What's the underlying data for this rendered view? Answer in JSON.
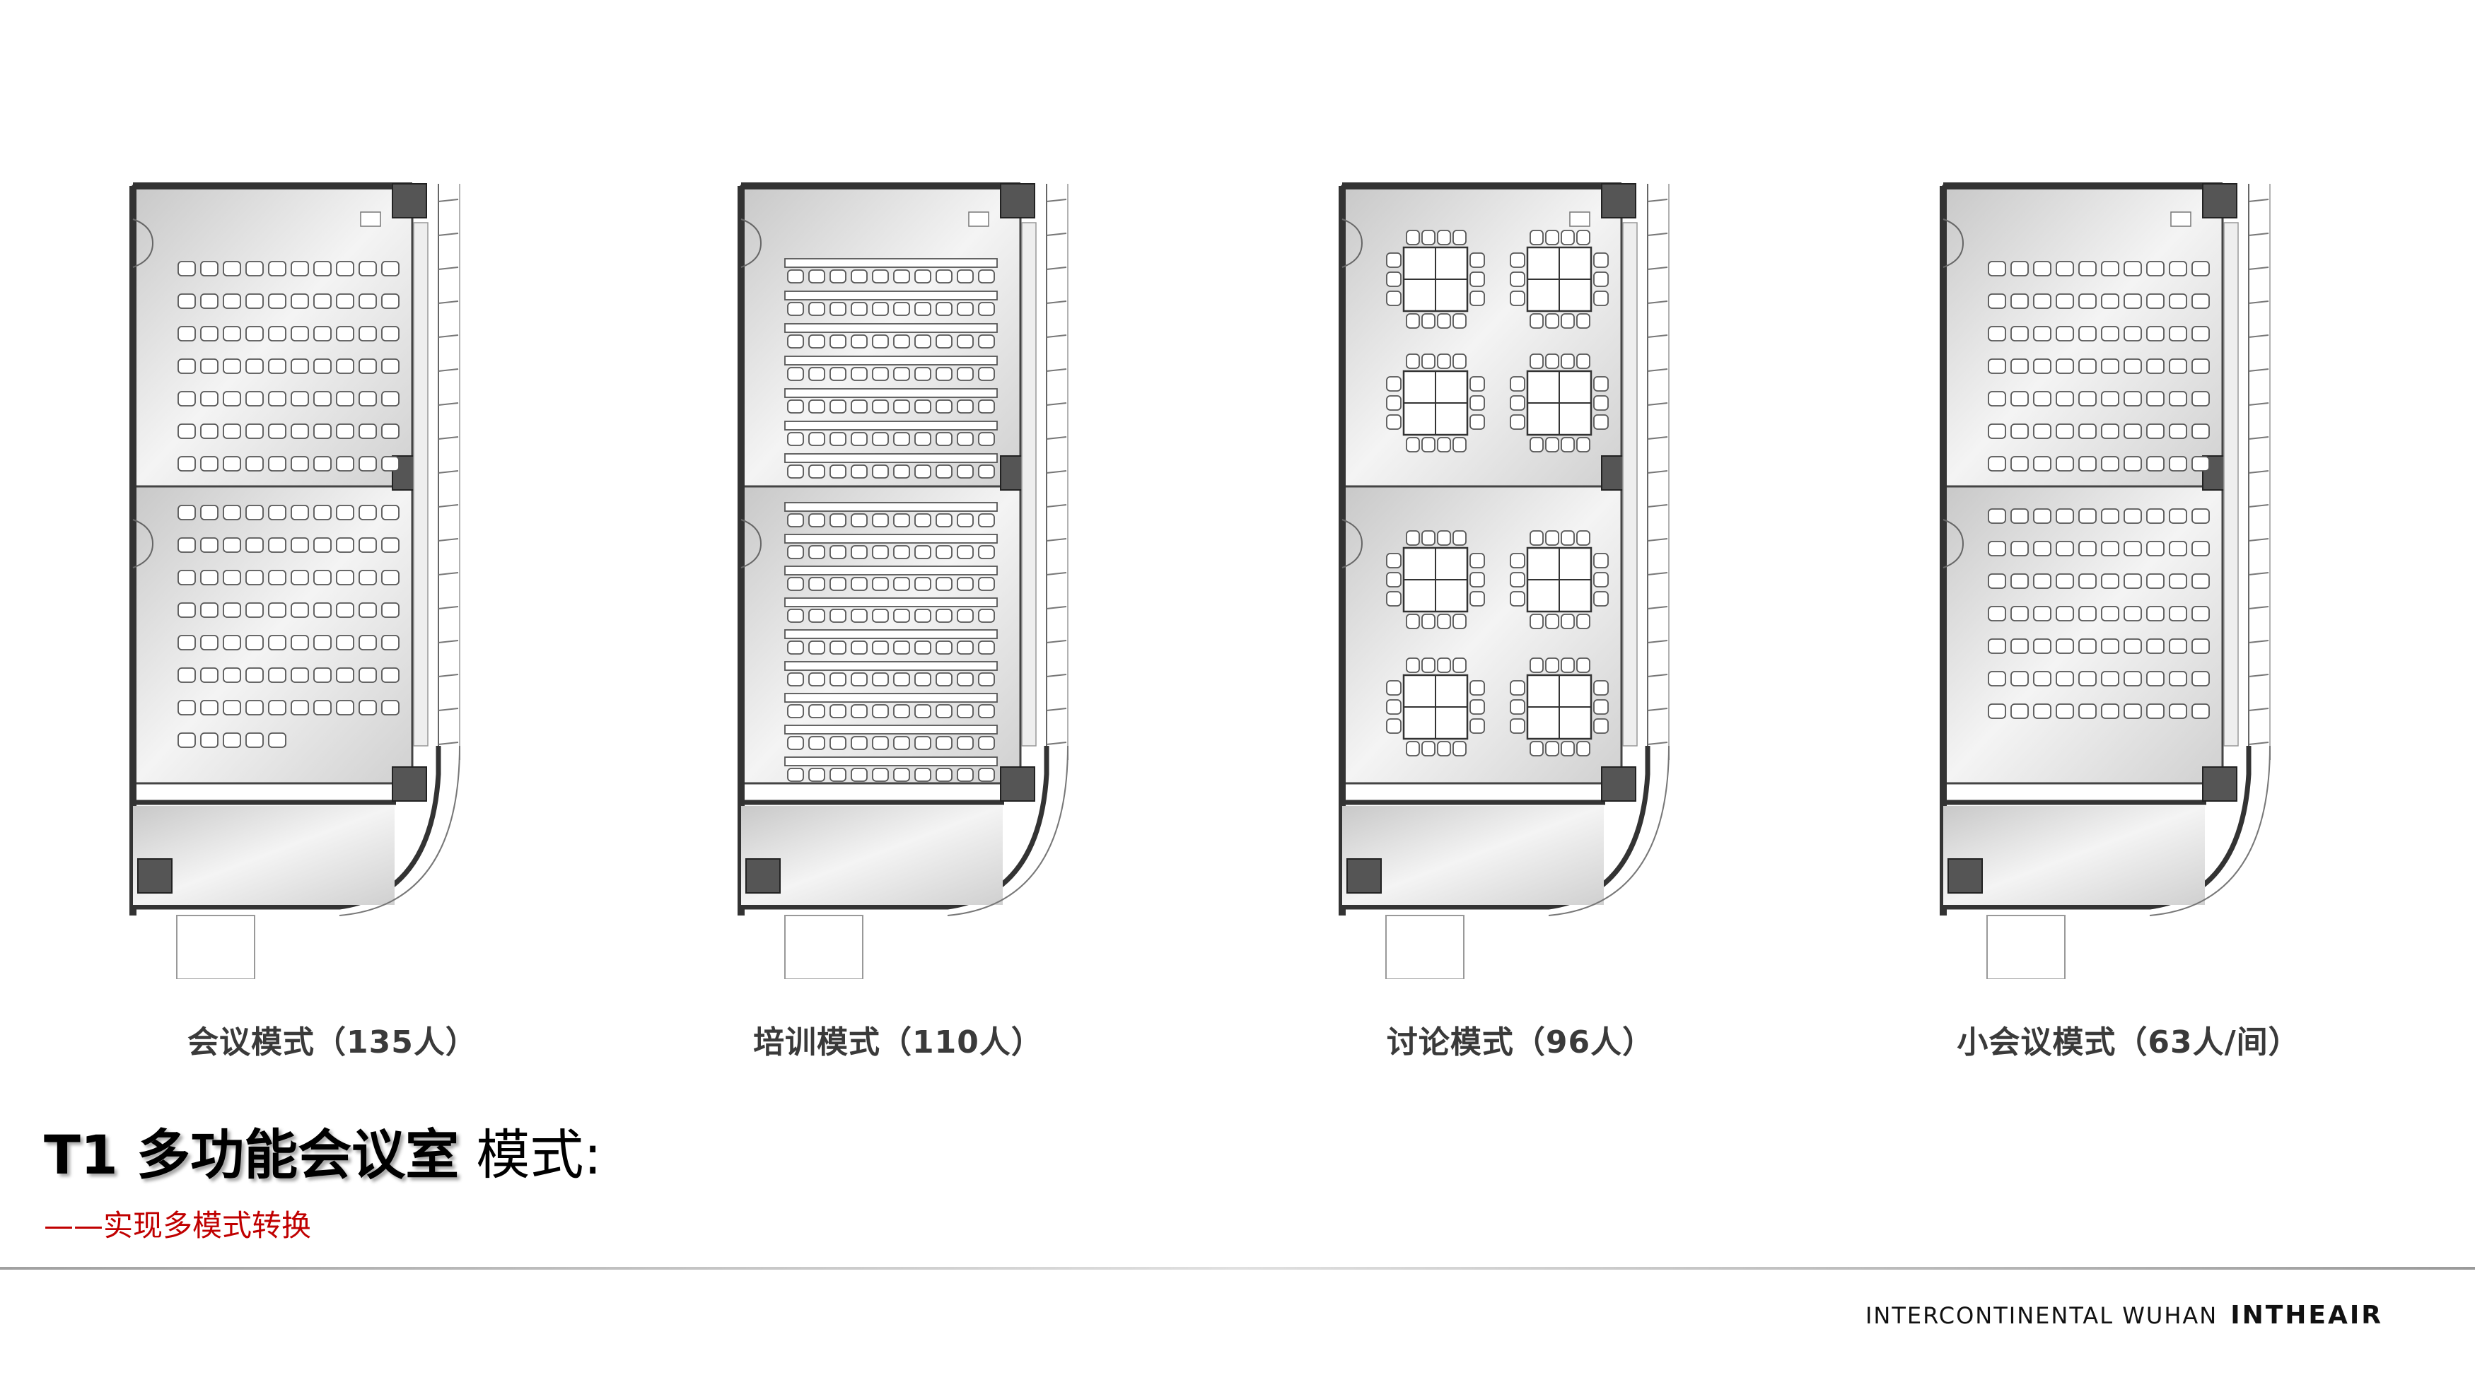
{
  "floor_plans": [
    {
      "mode": "meeting",
      "label": "会议模式（135人）"
    },
    {
      "mode": "training",
      "label": "培训模式（110人）"
    },
    {
      "mode": "discussion",
      "label": "讨论模式（96人）"
    },
    {
      "mode": "small-meeting",
      "label": "小会议模式（63人/间）"
    }
  ],
  "title": {
    "bold": "T1 多功能会议室",
    "rest": " 模式:"
  },
  "subtitle": "——实现多模式转换",
  "footer": {
    "hotel": "INTERCONTINENTAL  WUHAN",
    "brand": "INTHEAIR"
  },
  "colors": {
    "subtitle": "#c00000",
    "wall": "#333333",
    "column": "#555555"
  }
}
